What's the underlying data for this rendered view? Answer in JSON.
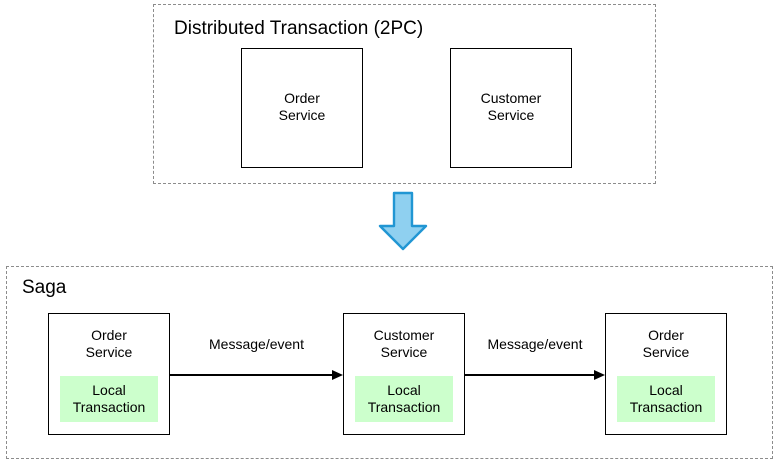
{
  "diagram": {
    "title_2pc": "Distributed Transaction (2PC)",
    "title_saga": "Saga",
    "groups": [
      {
        "id": "2pc",
        "label": "Distributed Transaction (2PC)",
        "boxes": [
          {
            "id": "order",
            "label": "Order\nService"
          },
          {
            "id": "customer",
            "label": "Customer\nService"
          }
        ]
      },
      {
        "id": "saga",
        "label": "Saga",
        "boxes": [
          {
            "id": "order-1",
            "label": "Order\nService",
            "inner": "Local\nTransaction"
          },
          {
            "id": "customer",
            "label": "Customer\nService",
            "inner": "Local\nTransaction"
          },
          {
            "id": "order-2",
            "label": "Order\nService",
            "inner": "Local\nTransaction"
          }
        ]
      }
    ],
    "edges": [
      {
        "id": "edge-1",
        "label": "Message/event"
      },
      {
        "id": "edge-2",
        "label": "Message/event"
      }
    ],
    "flow_arrow": {
      "name": "down-arrow-icon",
      "direction": "down",
      "fill": "#8fd0f0",
      "stroke": "#2196d3"
    },
    "colors": {
      "background": "#ffffff",
      "group_border": "#8c8c8c",
      "box_border": "#000000",
      "local_transaction_fill": "#ccffcc",
      "text": "#000000",
      "arrow": "#000000"
    }
  }
}
